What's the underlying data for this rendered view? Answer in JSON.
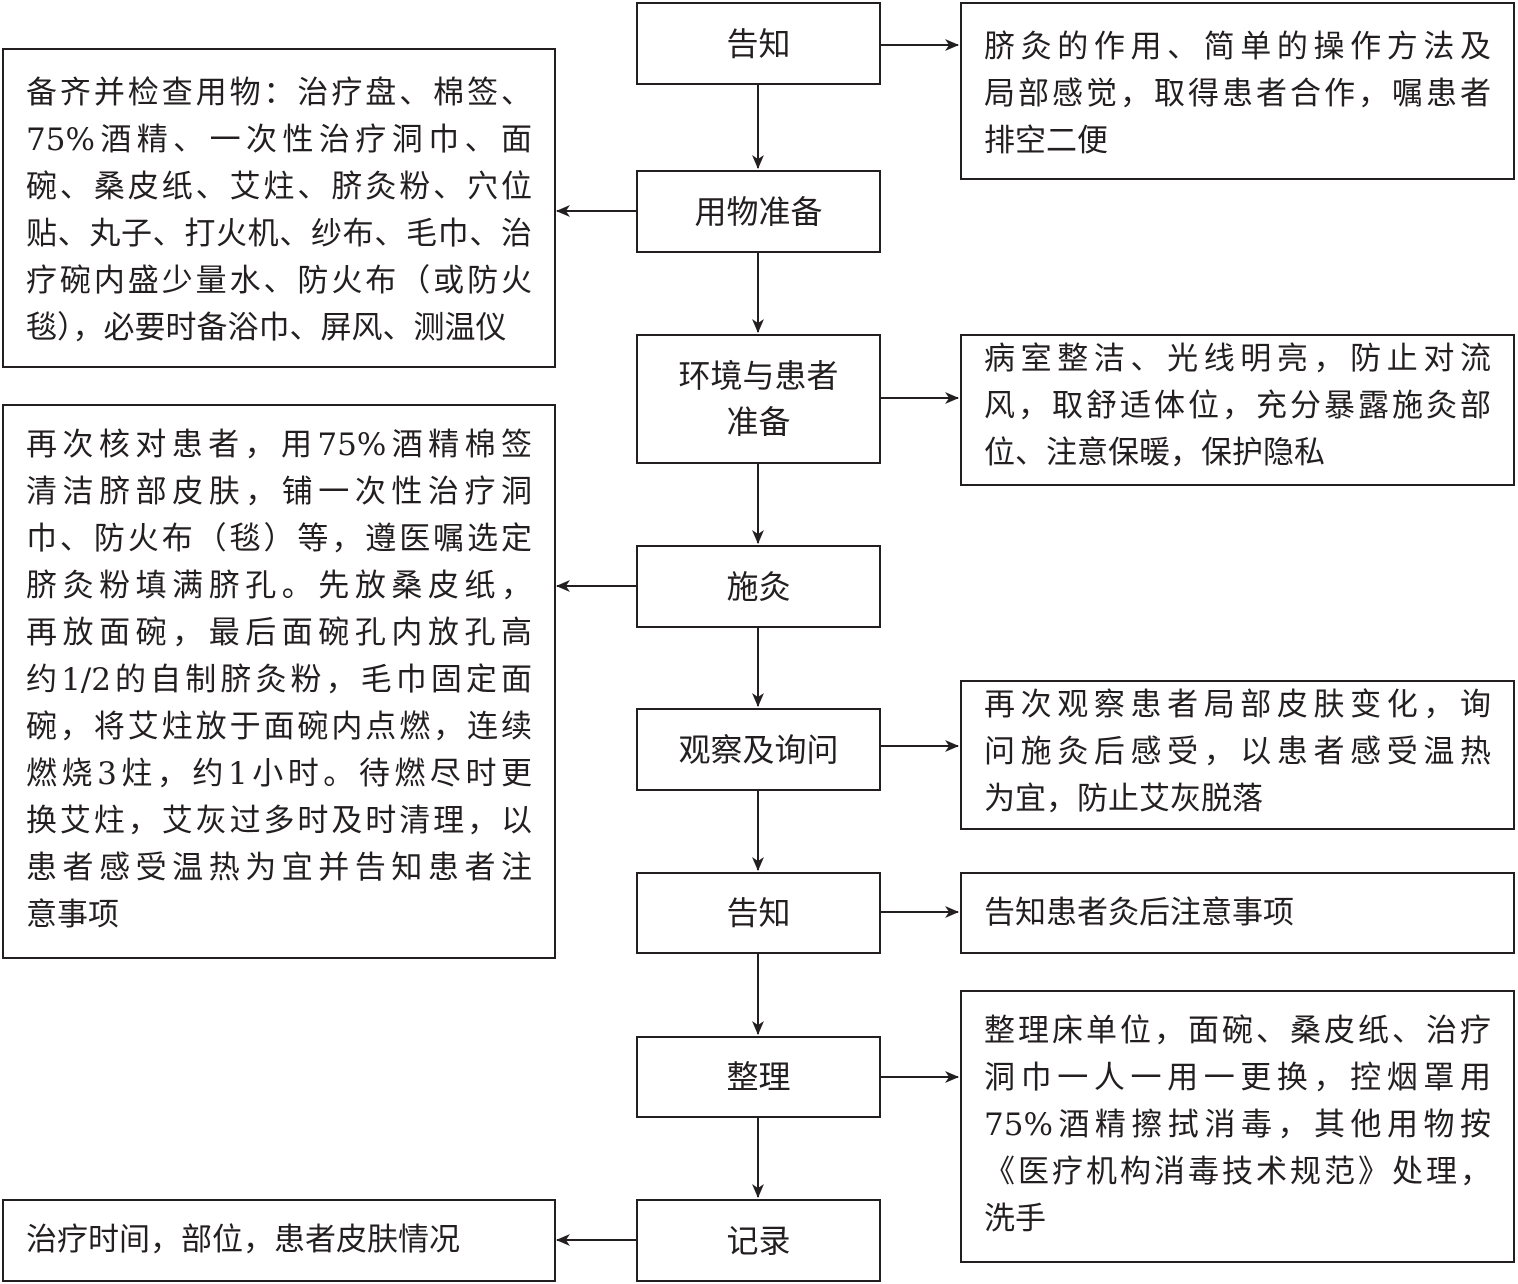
{
  "flow": [
    {
      "label": [
        "告知"
      ]
    },
    {
      "label": [
        "用物准备"
      ]
    },
    {
      "label": [
        "环境与患者",
        "准备"
      ]
    },
    {
      "label": [
        "施灸"
      ]
    },
    {
      "label": [
        "观察及询问"
      ]
    },
    {
      "label": [
        "告知"
      ]
    },
    {
      "label": [
        "整理"
      ]
    },
    {
      "label": [
        "记录"
      ]
    }
  ],
  "notes": {
    "inform_1": [
      "脐灸的作用、简单的操作方法及",
      "局部感觉，取得患者合作，嘱患者",
      "排空二便"
    ],
    "prepare": [
      "备齐并检查用物：治疗盘、棉签、",
      "75%酒精、一次性治疗洞巾、面",
      "碗、桑皮纸、艾炷、脐灸粉、穴位",
      "贴、丸子、打火机、纱布、毛巾、治",
      "疗碗内盛少量水、防火布（或防火",
      "毯），必要时备浴巾、屏风、测温仪"
    ],
    "environment": [
      "病室整洁、光线明亮，防止对流",
      "风，取舒适体位，充分暴露施灸部",
      "位、注意保暖，保护隐私"
    ],
    "moxibustion": [
      "再次核对患者，用75%酒精棉签",
      "清洁脐部皮肤，铺一次性治疗洞",
      "巾、防火布（毯）等，遵医嘱选定",
      "脐灸粉填满脐孔。先放桑皮纸，",
      "再放面碗，最后面碗孔内放孔高",
      "约1/2的自制脐灸粉，毛巾固定面",
      "碗，将艾炷放于面碗内点燃，连续",
      "燃烧3炷，约1小时。待燃尽时更",
      "换艾炷，艾灰过多时及时清理，以",
      "患者感受温热为宜并告知患者注",
      "意事项"
    ],
    "observe": [
      "再次观察患者局部皮肤变化，询",
      "问施灸后感受，以患者感受温热",
      "为宜，防止艾灰脱落"
    ],
    "inform_2": [
      "告知患者灸后注意事项"
    ],
    "tidy": [
      "整理床单位，面碗、桑皮纸、治疗",
      "洞巾一人一用一更换，控烟罩用",
      "75%酒精擦拭消毒，其他用物按",
      "《医疗机构消毒技术规范》处理，",
      "洗手"
    ],
    "record": [
      "治疗时间，部位，患者皮肤情况"
    ]
  }
}
